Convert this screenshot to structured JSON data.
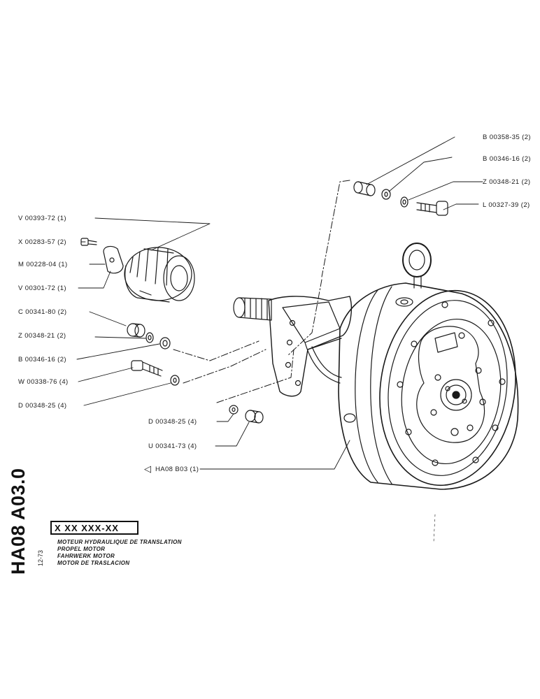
{
  "callouts": [
    {
      "id": "B00358",
      "text": "B 00358-35 (2)"
    },
    {
      "id": "B00346-top",
      "text": "B 00346-16 (2)"
    },
    {
      "id": "Z00348-top",
      "text": "Z 00348-21 (2)"
    },
    {
      "id": "L00327",
      "text": "L 00327-39 (2)"
    },
    {
      "id": "V00393",
      "text": "V 00393-72 (1)"
    },
    {
      "id": "X00283",
      "text": "X 00283-57 (2)"
    },
    {
      "id": "M00228",
      "text": "M 00228-04 (1)"
    },
    {
      "id": "V00301",
      "text": "V 00301-72 (1)"
    },
    {
      "id": "C00341",
      "text": "C 00341-80 (2)"
    },
    {
      "id": "Z00348-left",
      "text": "Z 00348-21 (2)"
    },
    {
      "id": "B00346-left",
      "text": "B 00346-16 (2)"
    },
    {
      "id": "W00338",
      "text": "W 00338-76 (4)"
    },
    {
      "id": "D00348-left",
      "text": "D 00348-25 (4)"
    },
    {
      "id": "D00348-mid",
      "text": "D 00348-25 (4)"
    },
    {
      "id": "U00341",
      "text": "U 00341-73 (4)"
    }
  ],
  "reference": {
    "arrow": "◁",
    "text": "HA08   B03 (1)"
  },
  "title_block": {
    "side_code": "HA08 A03.0",
    "date": "12-73",
    "part_code": "X XX XXX-XX",
    "desc_fr": "MOTEUR HYDRAULIQUE DE TRANSLATION",
    "desc_en": "PROPEL MOTOR",
    "desc_de": "FAHRWERK MOTOR",
    "desc_es": "MOTOR DE TRASLACION"
  }
}
